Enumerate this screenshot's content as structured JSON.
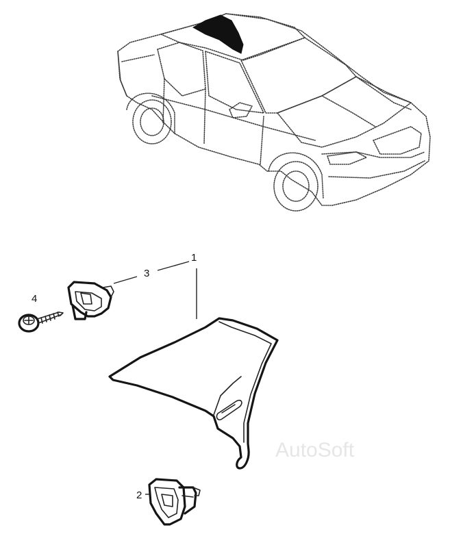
{
  "watermark": "AutoSoft",
  "callouts": {
    "part1": "1",
    "part2": "2",
    "part3": "3",
    "part4": "4"
  },
  "colors": {
    "line": "#222222",
    "highlight": "#111111",
    "watermark": "#e6e6e6"
  }
}
